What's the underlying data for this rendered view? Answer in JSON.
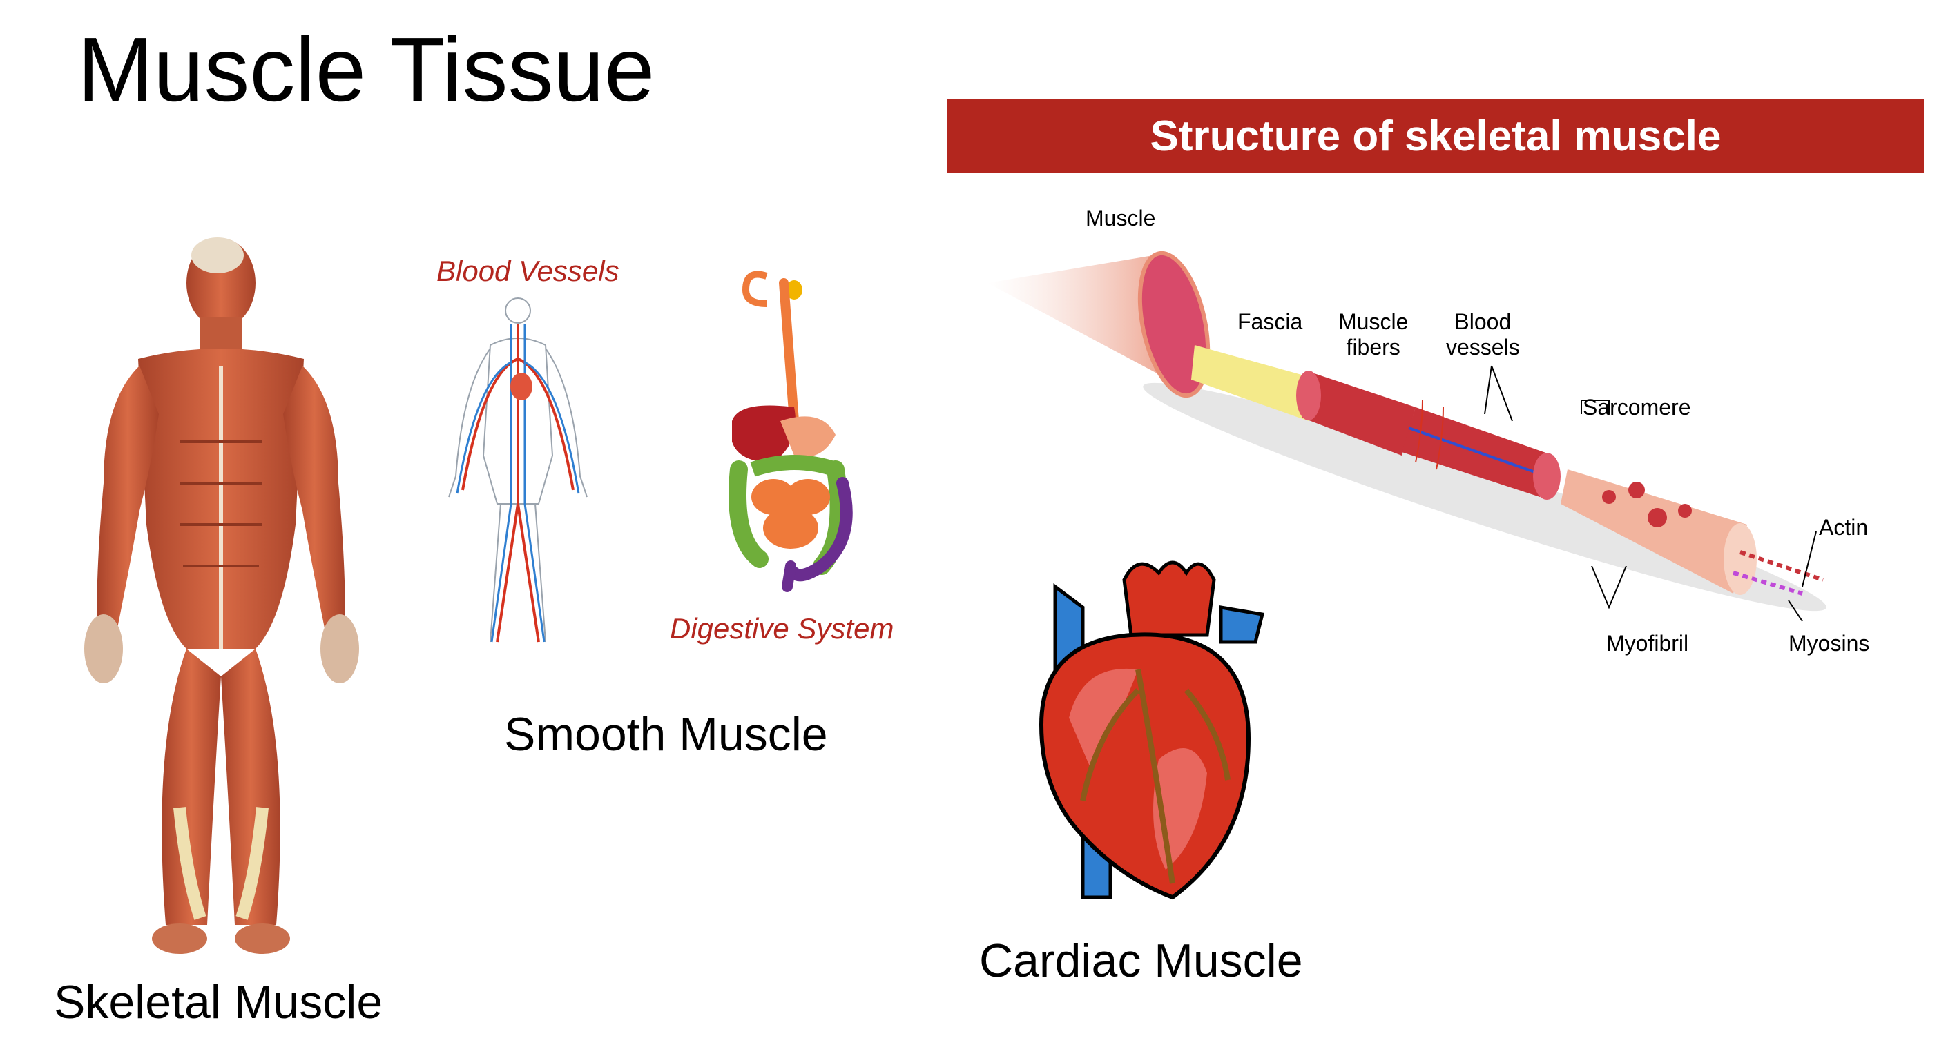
{
  "page": {
    "title": "Muscle Tissue"
  },
  "skeletal": {
    "caption": "Skeletal Muscle"
  },
  "smooth": {
    "caption": "Smooth Muscle",
    "blood_vessels_label": "Blood Vessels",
    "digestive_label": "Digestive System"
  },
  "cardiac": {
    "caption": "Cardiac Muscle"
  },
  "structure": {
    "banner": "Structure of skeletal muscle",
    "labels": {
      "muscle": "Muscle",
      "fascia": "Fascia",
      "muscle_fibers_1": "Muscle",
      "muscle_fibers_2": "fibers",
      "blood_vessels_1": "Blood",
      "blood_vessels_2": "vessels",
      "sarcomere": "Sarcomere",
      "actin": "Actin",
      "myofibril": "Myofibril",
      "myosins": "Myosins"
    }
  },
  "colors": {
    "muscle_red": "#c94a2c",
    "banner_red": "#b3261e",
    "artery_red": "#d6321f",
    "vein_blue": "#2f7fd1",
    "fascia_yellow": "#f4ea8a",
    "digestive_green": "#6fae3a",
    "digestive_orange": "#ef7a3a",
    "digestive_purple": "#6a2d8f"
  }
}
